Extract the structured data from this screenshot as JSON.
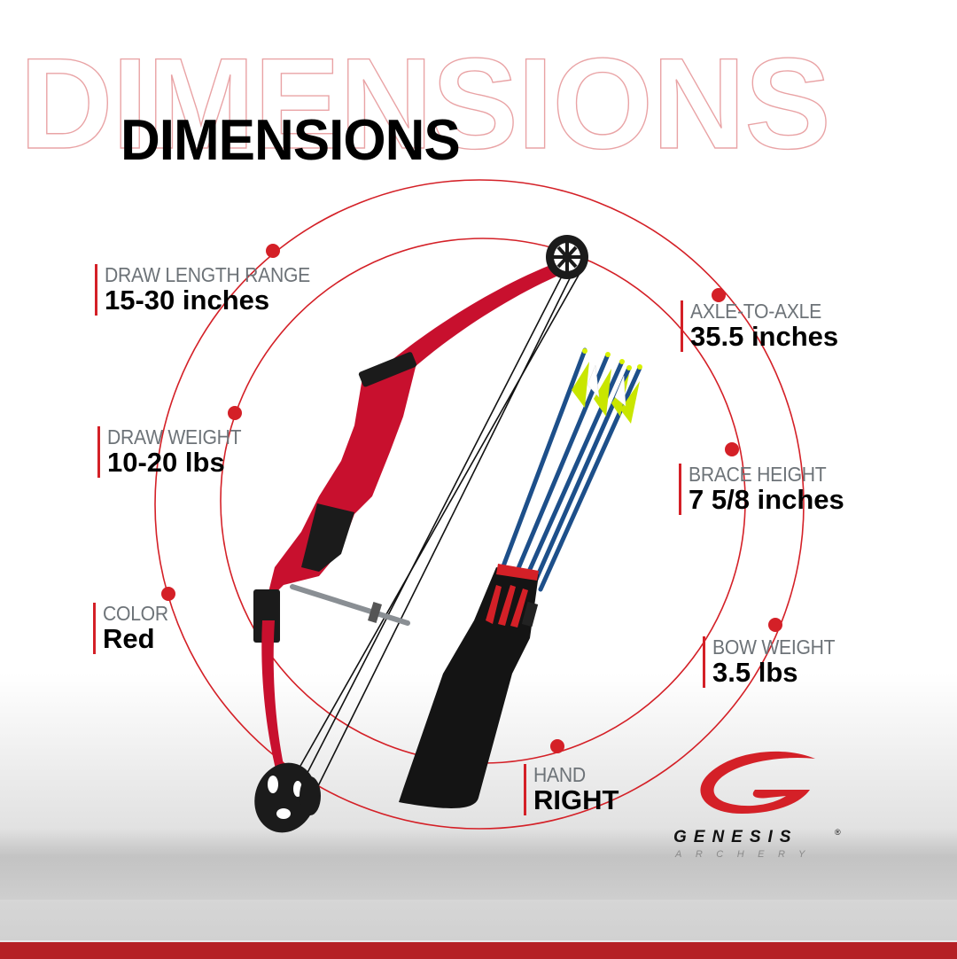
{
  "header": {
    "background_title": "DIMENSIONS",
    "title": "DIMENSIONS"
  },
  "specs": [
    {
      "label": "DRAW LENGTH RANGE",
      "value": "15-30 inches"
    },
    {
      "label": "DRAW WEIGHT",
      "value": "10-20 lbs"
    },
    {
      "label": "COLOR",
      "value": "Red"
    },
    {
      "label": "AXLE-TO-AXLE",
      "value": "35.5 inches"
    },
    {
      "label": "BRACE HEIGHT",
      "value": "7 5/8 inches"
    },
    {
      "label": "BOW WEIGHT",
      "value": "3.5 lbs"
    },
    {
      "label": "HAND",
      "value": "RIGHT"
    }
  ],
  "brand": {
    "name": "GENESIS",
    "registered": "®",
    "subtitle": "ARCHERY"
  },
  "colors": {
    "accent_red": "#d42027",
    "outline_pink": "#e9a3a5",
    "label_gray": "#6d7378",
    "band_red": "#b52025",
    "bow_red": "#c8102e"
  }
}
